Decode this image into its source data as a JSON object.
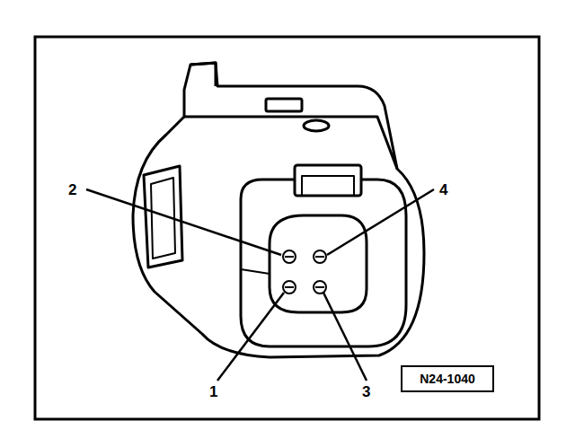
{
  "diagram": {
    "nodes": [
      {
        "text": [
          "N24-1040"
        ]
      }
    ],
    "labels": [
      "2",
      "4",
      "1",
      "3"
    ]
  }
}
